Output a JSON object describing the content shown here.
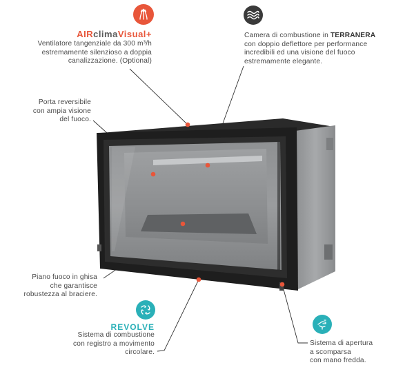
{
  "airclima": {
    "title_part1": "AIR",
    "title_part2": "clima",
    "title_part3": "Visual",
    "title_plus": "+",
    "desc": [
      "Ventilatore tangenziale da 300 m³/h",
      "estremamente silenzioso a doppia",
      "canalizzazione. (Optional)"
    ],
    "icon": "fan-arrows-icon",
    "color": "#e8563a"
  },
  "camera": {
    "desc_prefix": "Camera di combustione in ",
    "desc_bold": "TERRANERA",
    "desc": [
      "con doppio deflettore per performance",
      "incredibili ed una visione del fuoco",
      "estremamente elegante."
    ],
    "icon": "waves-icon",
    "color": "#3a3a3a"
  },
  "porta": {
    "desc": [
      "Porta reversibile",
      "con ampia visione",
      "del fuoco."
    ]
  },
  "piano": {
    "desc": [
      "Piano fuoco in ghisa",
      "che garantisce",
      "robustezza al braciere."
    ]
  },
  "revolve": {
    "title": "REVOLVE",
    "desc": [
      "Sistema di combustione",
      "con registro a movimento",
      "circolare."
    ],
    "icon": "rotation-arrows-icon",
    "color": "#2ab0b8"
  },
  "apertura": {
    "desc": [
      "Sistema di apertura",
      "a scomparsa",
      "con mano fredda."
    ],
    "icon": "hand-icon",
    "color": "#2ab0b8"
  },
  "accent_red": "#e8563a"
}
